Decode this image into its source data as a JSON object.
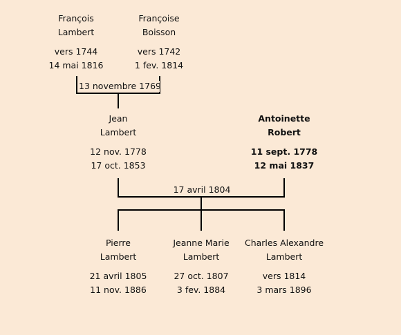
{
  "persons": {
    "francois": {
      "first": "François",
      "last": "Lambert",
      "birth": "vers 1744",
      "death": "14 mai 1816"
    },
    "francoise": {
      "first": "Françoise",
      "last": "Boisson",
      "birth": "vers 1742",
      "death": "1 fev. 1814"
    },
    "jean": {
      "first": "Jean",
      "last": "Lambert",
      "birth": "12 nov. 1778",
      "death": "17 oct. 1853"
    },
    "antoinette": {
      "first": "Antoinette",
      "last": "Robert",
      "birth": "11 sept. 1778",
      "death": "12 mai 1837"
    },
    "pierre": {
      "first": "Pierre",
      "last": "Lambert",
      "birth": "21 avril 1805",
      "death": "11 nov. 1886"
    },
    "jeanne_marie": {
      "first": "Jeanne Marie",
      "last": "Lambert",
      "birth": "27 oct. 1807",
      "death": "3 fev. 1884"
    },
    "charles_alexandre": {
      "first": "Charles Alexandre",
      "last": "Lambert",
      "birth": "vers 1814",
      "death": "3 mars 1896"
    }
  },
  "marriages": {
    "grandparents": "13 novembre 1769",
    "parents": "17 avril 1804"
  }
}
